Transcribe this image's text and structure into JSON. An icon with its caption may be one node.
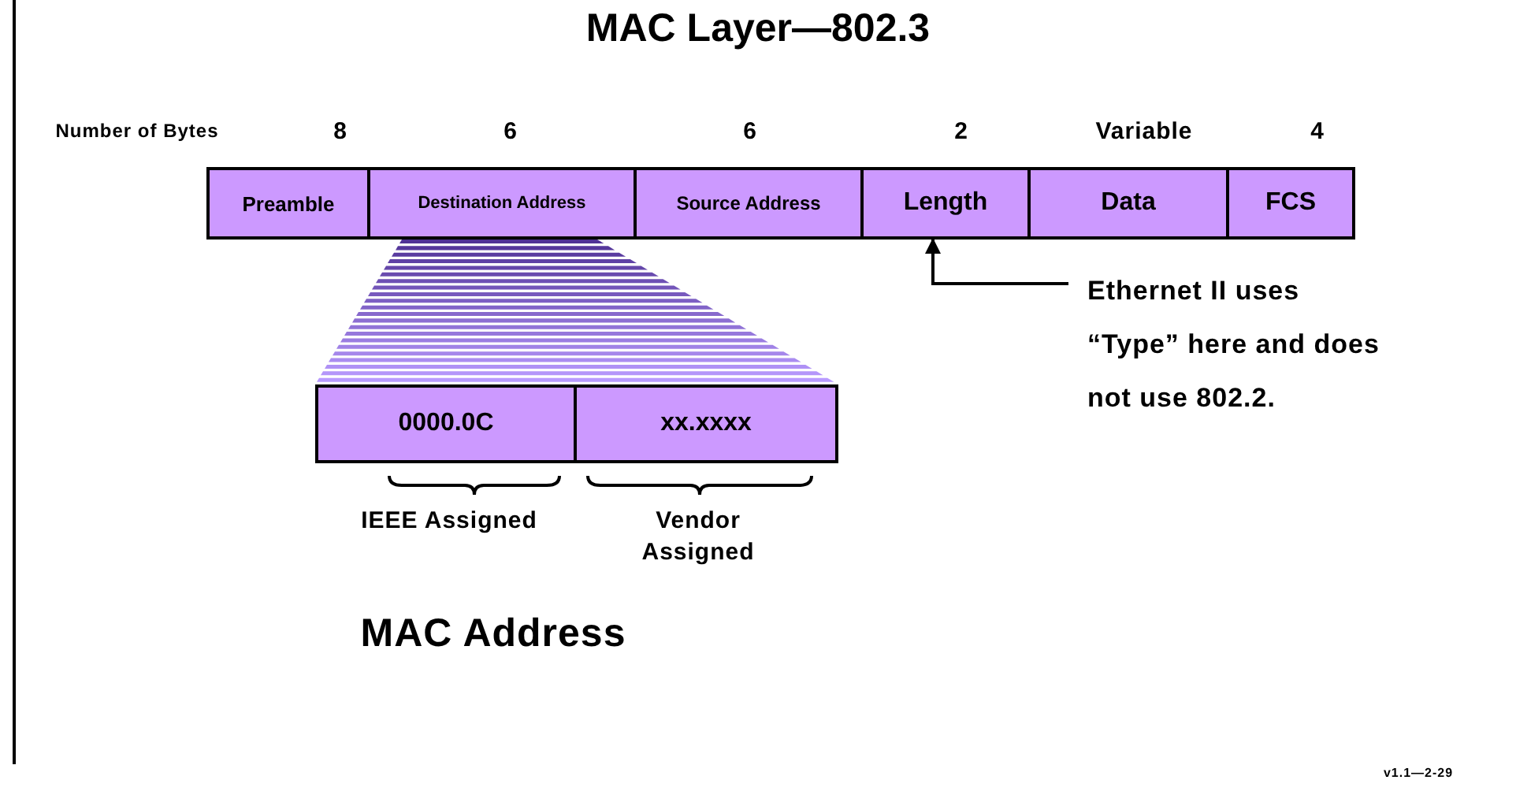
{
  "diagram": {
    "title": "MAC Layer—802.3",
    "nodes": [
      {
        "text": [
          "Preamble"
        ]
      },
      {
        "text": [
          "Destination Address"
        ]
      },
      {
        "text": [
          "Source Address"
        ]
      },
      {
        "text": [
          "Length"
        ]
      },
      {
        "text": [
          "Data"
        ]
      },
      {
        "text": [
          "FCS"
        ]
      },
      {
        "text": [
          "0000.0C"
        ]
      },
      {
        "text": [
          "xx.xxxx"
        ]
      },
      {
        "text": [
          "Ethernet II uses “Type” here and does not use 802.2."
        ]
      }
    ],
    "edges": [
      {
        "from": 8,
        "to": 3,
        "arrow": "to"
      }
    ],
    "labels": [
      "Number of Bytes",
      "8",
      "6",
      "6",
      "2",
      "Variable",
      "4",
      "IEEE Assigned",
      "Vendor Assigned",
      "MAC Address",
      "v1.1—2-29"
    ]
  }
}
